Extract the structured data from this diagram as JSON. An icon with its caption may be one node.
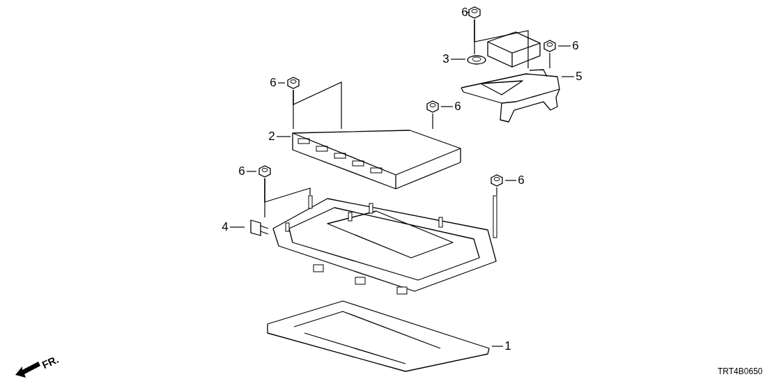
{
  "diagram": {
    "nodes": [
      {
        "text": [
          "6"
        ]
      },
      {
        "text": [
          "3"
        ]
      },
      {
        "text": [
          "6"
        ]
      },
      {
        "text": [
          "5"
        ]
      },
      {
        "text": [
          "6"
        ]
      },
      {
        "text": [
          "6"
        ]
      },
      {
        "text": [
          "2"
        ]
      },
      {
        "text": [
          "6"
        ]
      },
      {
        "text": [
          "6"
        ]
      },
      {
        "text": [
          "4"
        ]
      },
      {
        "text": [
          "1"
        ]
      },
      {
        "text": [],
        "shape": "picture"
      },
      {
        "text": [],
        "shape": "picture"
      },
      {
        "text": [],
        "shape": "picture"
      },
      {
        "text": [],
        "shape": "picture"
      },
      {
        "text": [],
        "shape": "picture"
      },
      {
        "text": [],
        "shape": "picture"
      },
      {
        "text": [],
        "shape": "picture"
      },
      {
        "text": [],
        "shape": "picture"
      },
      {
        "text": [],
        "shape": "picture"
      },
      {
        "text": [],
        "shape": "picture"
      },
      {
        "text": [],
        "shape": "picture"
      },
      {
        "text": [],
        "shape": "picture"
      }
    ],
    "edges": [
      {
        "from": 0,
        "to": 11,
        "arrow": "none"
      },
      {
        "from": 1,
        "to": 12,
        "arrow": "none"
      },
      {
        "from": 2,
        "to": 13,
        "arrow": "none"
      },
      {
        "from": 3,
        "to": 14,
        "arrow": "none"
      },
      {
        "from": 4,
        "to": 15,
        "arrow": "none"
      },
      {
        "from": 5,
        "to": 16,
        "arrow": "none"
      },
      {
        "from": 6,
        "to": 17,
        "arrow": "none"
      },
      {
        "from": 7,
        "to": 18,
        "arrow": "none"
      },
      {
        "from": 8,
        "to": 19,
        "arrow": "none"
      },
      {
        "from": 9,
        "to": 20,
        "arrow": "none"
      },
      {
        "from": 10,
        "to": 21,
        "arrow": "none"
      },
      {
        "from": 11,
        "to": 12,
        "arrow": "none"
      },
      {
        "from": 11,
        "to": 14,
        "arrow": "none"
      },
      {
        "from": 13,
        "to": 14,
        "arrow": "none"
      },
      {
        "from": 15,
        "to": 17,
        "arrow": "none"
      },
      {
        "from": 15,
        "to": 17,
        "arrow": "none"
      },
      {
        "from": 16,
        "to": 17,
        "arrow": "none"
      },
      {
        "from": 18,
        "to": 20,
        "arrow": "none"
      },
      {
        "from": 18,
        "to": 22,
        "arrow": "none"
      },
      {
        "from": 19,
        "to": 22,
        "arrow": "none"
      }
    ],
    "labels": [
      "FR.",
      "TRT4B0650"
    ]
  }
}
